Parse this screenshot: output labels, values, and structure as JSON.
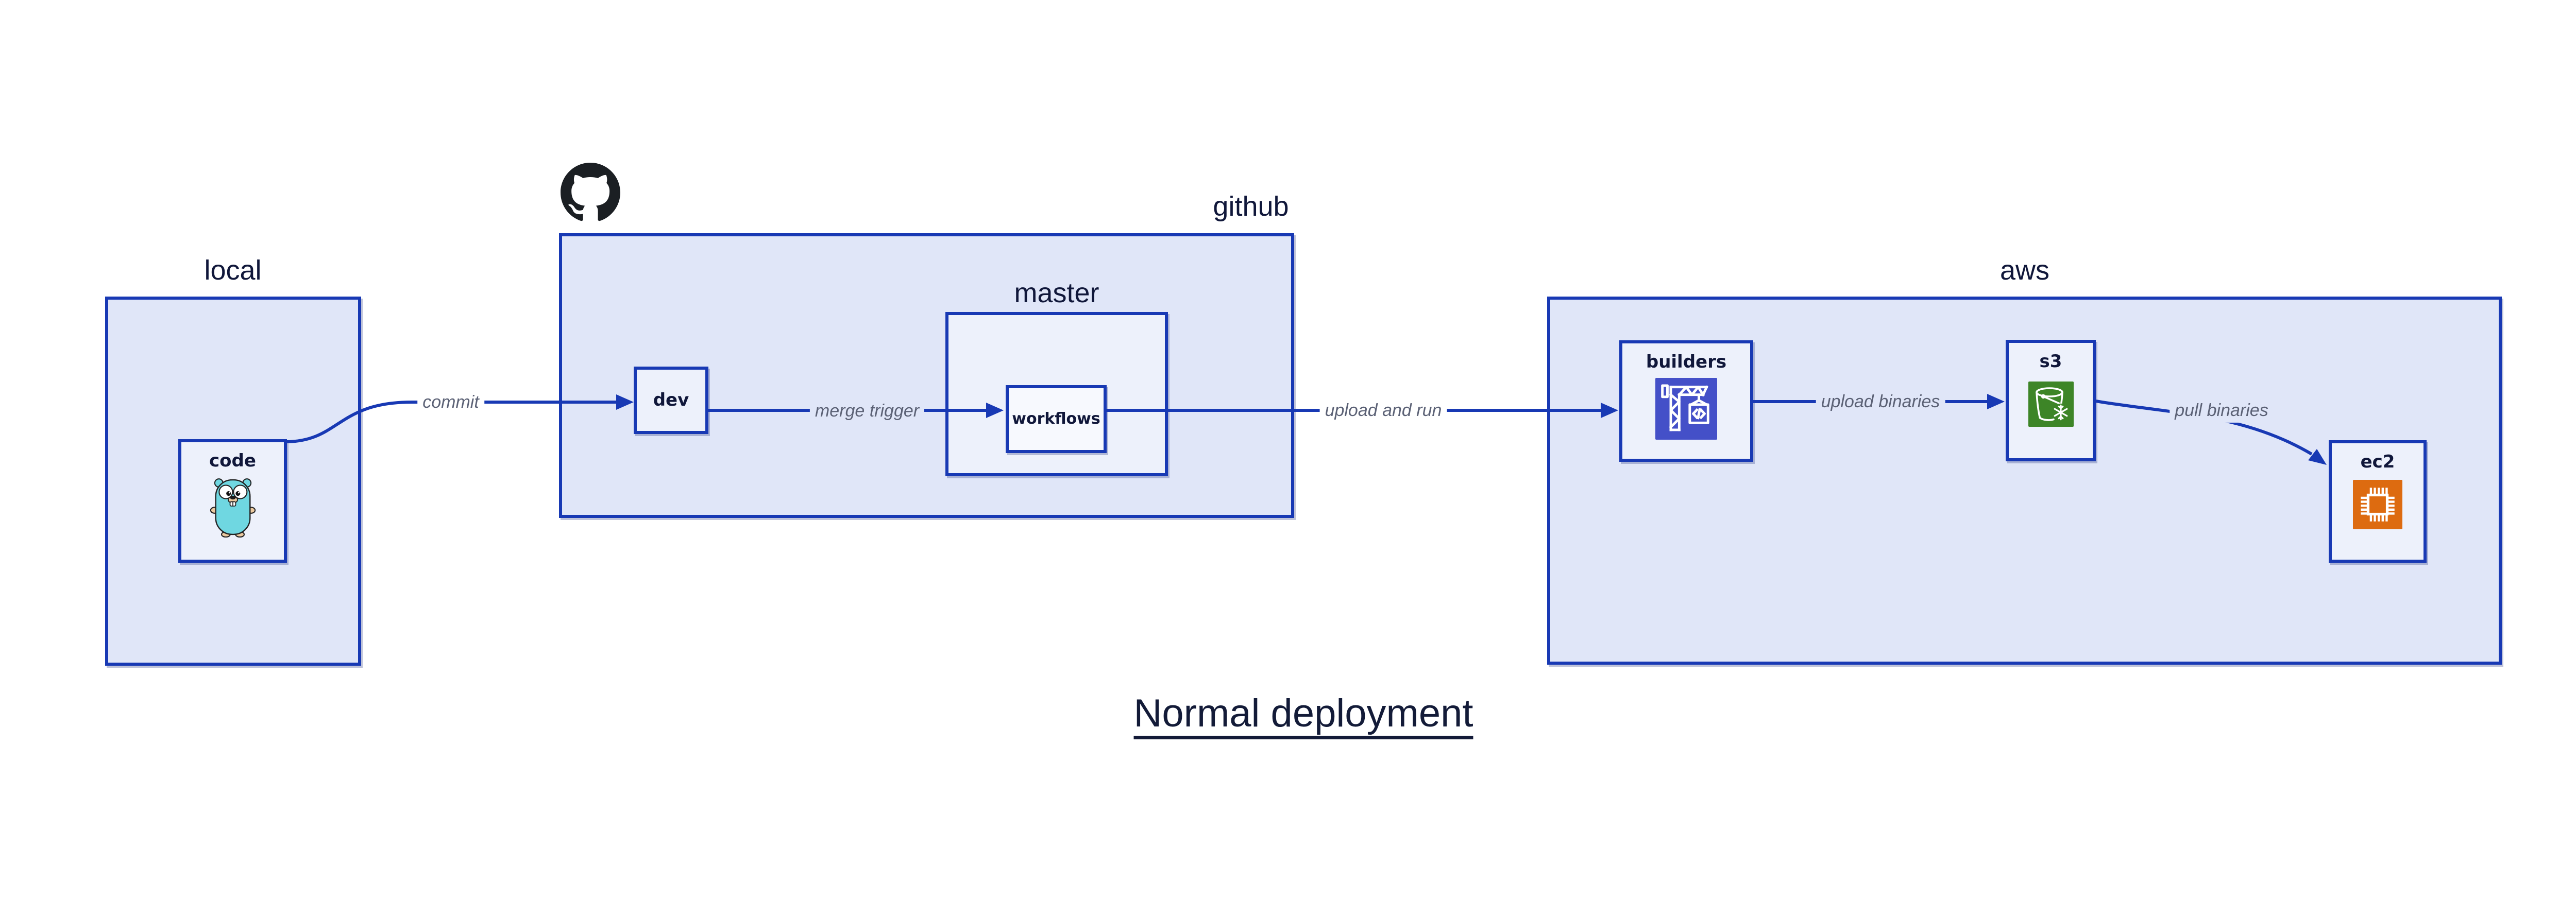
{
  "title": {
    "text": "Normal deployment"
  },
  "groups": {
    "local": {
      "label": "local"
    },
    "github": {
      "label": "github"
    },
    "master": {
      "label": "master"
    },
    "aws": {
      "label": "aws"
    }
  },
  "nodes": {
    "code": {
      "label": "code",
      "icon": "go-gopher-icon"
    },
    "dev": {
      "label": "dev"
    },
    "workflows": {
      "label": "workflows"
    },
    "builders": {
      "label": "builders",
      "icon": "codebuild-crane-icon"
    },
    "s3": {
      "label": "s3",
      "icon": "s3-bucket-snowflake-icon"
    },
    "ec2": {
      "label": "ec2",
      "icon": "ec2-chip-icon"
    }
  },
  "edges": {
    "commit": {
      "label": "commit"
    },
    "merge_trigger": {
      "label": "merge trigger"
    },
    "upload_and_run": {
      "label": "upload and run"
    },
    "upload_binaries": {
      "label": "upload binaries"
    },
    "pull_binaries": {
      "label": "pull binaries"
    }
  },
  "icons": {
    "code_icon_glyph": "</>"
  },
  "colors": {
    "line_blue": "#1839b4",
    "group_fill": "#e0e6f8",
    "node_fill": "#edf1fb",
    "workflows_fill": "#f7f9fe",
    "navy_text": "#10173a",
    "edge_label_gray": "#5b6175",
    "github_logo": "#1b1f23",
    "builders_icon_bg": "#4450c8",
    "s3_icon_bg": "#3d8527",
    "ec2_icon_bg": "#dd6b10",
    "gopher_teal": "#6fd7e1"
  }
}
